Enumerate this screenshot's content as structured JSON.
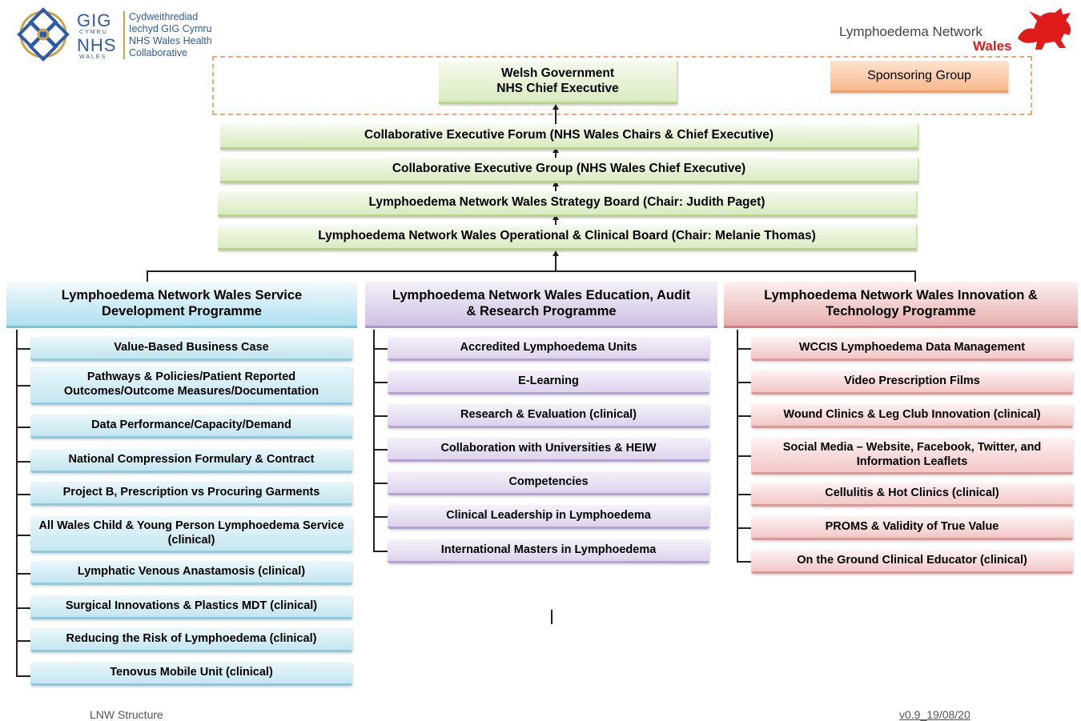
{
  "header": {
    "nhs_logo": {
      "gig": "GIG",
      "cymru": "CYMRU",
      "nhs": "NHS",
      "wales": "WALES"
    },
    "collab_lines": [
      "Cydweithrediad",
      "Iechyd GIG Cymru",
      "NHS Wales Health",
      "Collaborative"
    ],
    "lnw_logo": {
      "line1": "Lymphoedema Network",
      "line2": "Wales"
    }
  },
  "sponsoring_group": "Sponsoring Group",
  "top_box": {
    "line1": "Welsh Government",
    "line2": "NHS Chief Executive"
  },
  "chain": [
    "Collaborative Executive Forum (NHS Wales Chairs & Chief Executive)",
    "Collaborative Executive Group (NHS Wales Chief Executive)",
    "Lymphoedema Network Wales Strategy Board (Chair: Judith Paget)",
    "Lymphoedema Network Wales Operational & Clinical Board (Chair: Melanie Thomas)"
  ],
  "columns": [
    {
      "title": "Lymphoedema Network Wales Service Development Programme",
      "items": [
        "Value-Based Business Case",
        "Pathways & Policies/Patient Reported Outcomes/Outcome Measures/Documentation",
        "Data Performance/Capacity/Demand",
        "National Compression Formulary & Contract",
        "Project B, Prescription vs Procuring Garments",
        "All Wales Child & Young Person Lymphoedema Service (clinical)",
        "Lymphatic Venous Anastamosis (clinical)",
        "Surgical Innovations & Plastics MDT (clinical)",
        "Reducing the Risk of Lymphoedema (clinical)",
        "Tenovus Mobile Unit (clinical)"
      ]
    },
    {
      "title": "Lymphoedema Network Wales Education, Audit & Research Programme",
      "items": [
        "Accredited Lymphoedema Units",
        "E-Learning",
        "Research & Evaluation (clinical)",
        "Collaboration with Universities & HEIW",
        "Competencies",
        "Clinical Leadership in Lymphoedema",
        "International Masters in Lymphoedema"
      ]
    },
    {
      "title": "Lymphoedema Network Wales Innovation & Technology Programme",
      "items": [
        "WCCIS Lymphoedema Data Management",
        "Video Prescription Films",
        "Wound Clinics & Leg Club Innovation (clinical)",
        "Social Media – Website, Facebook, Twitter, and Information Leaflets",
        "Cellulitis & Hot Clinics (clinical)",
        "PROMS & Validity of True Value",
        "On the Ground Clinical Educator (clinical)"
      ]
    }
  ],
  "footer": {
    "left": "LNW Structure",
    "right": "v0.9_19/08/20"
  },
  "colors": {
    "dashed_border": "#f0a878",
    "dragon": "#e01b1b",
    "brand_blue": "#2f5ca8",
    "brand_gold": "#c9a24a"
  }
}
